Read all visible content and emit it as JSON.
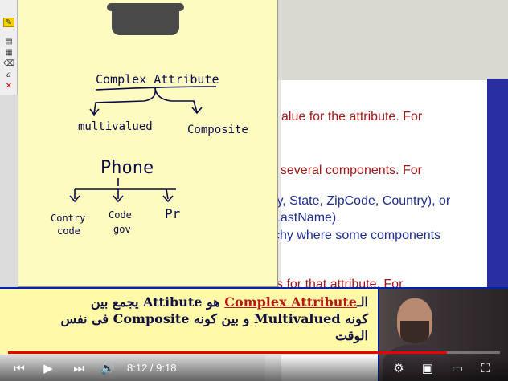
{
  "slide": {
    "lines": [
      {
        "text": "alue for the attribute.  For",
        "color": "red"
      },
      {
        "text": "f several  components.  For",
        "color": "red"
      },
      {
        "text": "ty, State, ZipCode, Country), or",
        "color": "blue"
      },
      {
        "text": "LastName).",
        "color": "blue"
      },
      {
        "text": "chy where some components",
        "color": "blue"
      },
      {
        "text": "s  for  that attribute.  For",
        "color": "red"
      }
    ]
  },
  "note": {
    "complex_attribute": "Complex Attribute",
    "multivalued": "multivalued",
    "composite": "Composite",
    "phone": "Phone",
    "country_code_1": "Contry",
    "country_code_2": "code",
    "code_gov_1": "Code",
    "code_gov_2": "gov",
    "pr": "Pr"
  },
  "caption": {
    "prefix": "الـ",
    "term": "Complex Attribute",
    "line1_rest": "هو Attibute يجمع بين",
    "line2": "كونه Multivalued و بين كونه Composite  فى نفس",
    "line3": "الوقت"
  },
  "player": {
    "time": "8:12 / 9:18",
    "progress": 0.892
  }
}
